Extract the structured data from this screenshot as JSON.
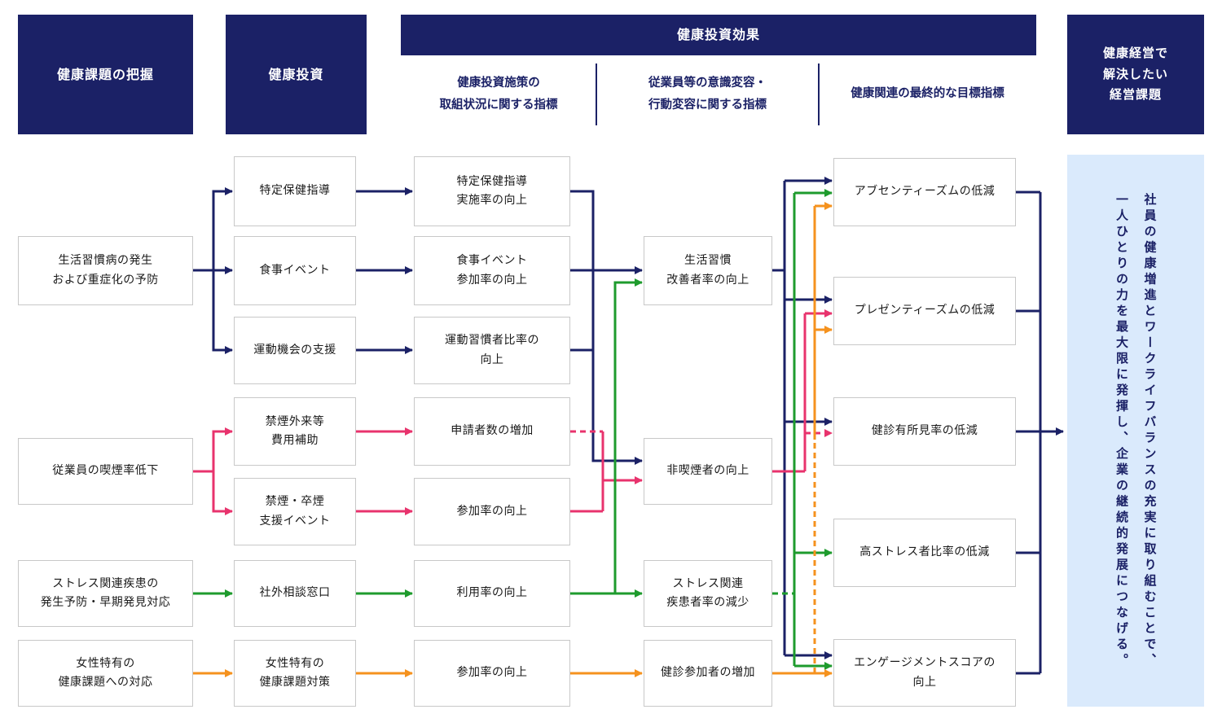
{
  "colors": {
    "navy": "#1b2166",
    "pink": "#e8336d",
    "green": "#1e9b2d",
    "orange": "#f5921e",
    "light_blue": "#daeafc",
    "box_border": "#c8c8c8",
    "text": "#1a1a1a"
  },
  "headers": {
    "issues": "健康課題の把握",
    "investment": "健康投資",
    "effect": "健康投資効果",
    "effect_sub": [
      "健康投資施策の\n取組状況に関する指標",
      "従業員等の意識変容・\n行動変容に関する指標",
      "健康関連の最終的な目標指標"
    ],
    "management": "健康経営で\n解決したい\n経営課題"
  },
  "issues": [
    "生活習慣病の発生\nおよび重症化の予防",
    "従業員の喫煙率低下",
    "ストレス関連疾患の\n発生予防・早期発見対応",
    "女性特有の\n健康課題への対応"
  ],
  "investments": [
    "特定保健指導",
    "食事イベント",
    "運動機会の支援",
    "禁煙外来等\n費用補助",
    "禁煙・卒煙\n支援イベント",
    "社外相談窓口",
    "女性特有の\n健康課題対策"
  ],
  "process_indicators": [
    "特定保健指導\n実施率の向上",
    "食事イベント\n参加率の向上",
    "運動習慣者比率の\n向上",
    "申請者数の増加",
    "参加率の向上",
    "利用率の向上",
    "参加率の向上"
  ],
  "behavior_indicators": [
    "生活習慣\n改善者率の向上",
    "非喫煙者の向上",
    "ストレス関連\n疾患者率の減少",
    "健診参加者の増加"
  ],
  "final_indicators": [
    "アブセンティーズムの低減",
    "プレゼンティーズムの低減",
    "健診有所見率の低減",
    "高ストレス者比率の低減",
    "エンゲージメントスコアの\n向上"
  ],
  "goal": {
    "line1": "社員の健康増進とワークライフバランスの充実に取り組むことで、",
    "line2": "一人ひとりの力を最大限に発揮し、企業の継続的発展につなげる。"
  }
}
